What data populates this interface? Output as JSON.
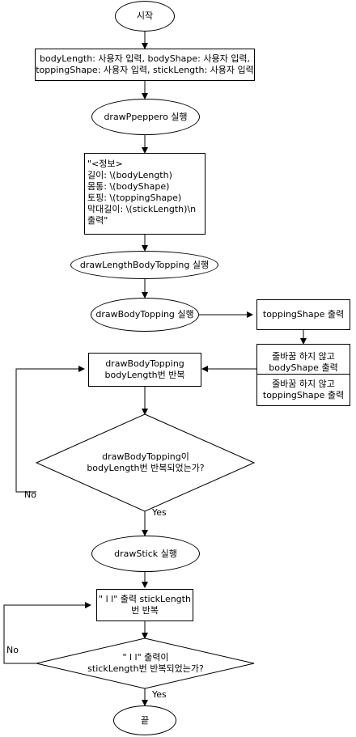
{
  "flowchart": {
    "start": "시작",
    "input": "bodyLength: 사용자 입력, bodyShape: 사용자 입력,\ntoppingShape: 사용자 입력, stickLength: 사용자 입력",
    "draw_ppeppero": "drawPpeppero 실행",
    "info_output": "\"<정보>\n길이: \\(bodyLength)\n몸통: \\(bodyShape)\n토핑: \\(toppingShape)\n막대길이: \\(stickLength)\\n\n출력\"",
    "draw_length_body_topping": "drawLengthBodyTopping 실행",
    "draw_body_topping": "drawBodyTopping 실행",
    "topping_shape_output": "toppingShape 출력",
    "body_shape_no_newline": "줄바꿈 하지 않고\nbodyShape 출력",
    "topping_shape_no_newline": "줄바꿈 하지 않고\ntoppingShape 출력",
    "repeat_body_topping": "drawBodyTopping\nbodyLength번 반복",
    "decision_body_topping": "drawBodyTopping이\nbodyLength번 반복되었는가?",
    "draw_stick": "drawStick 실행",
    "repeat_stick": "\" l l\" 출력 stickLength\n번 반복",
    "decision_stick": "\" l l\" 출력이\nstickLength번 반복되었는가?",
    "end": "끝",
    "label_yes": "Yes",
    "label_no": "No"
  }
}
